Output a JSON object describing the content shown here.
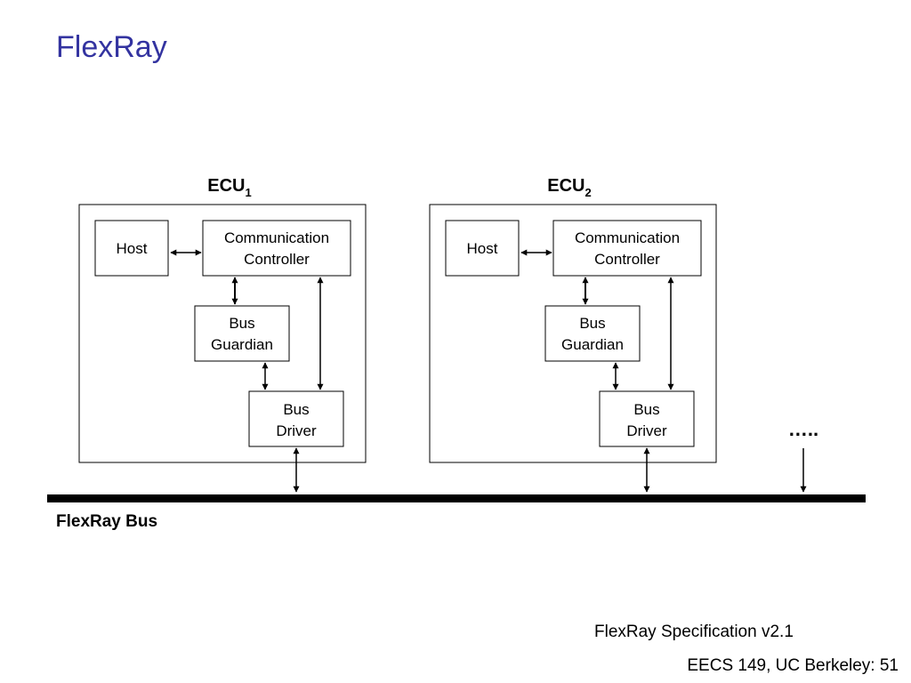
{
  "slide": {
    "title": "FlexRay",
    "source": "FlexRay Specification v2.1",
    "footer": "EECS 149, UC Berkeley: 51"
  },
  "diagram": {
    "ecus": [
      {
        "name": "ECU",
        "subscript": "1",
        "blocks": {
          "host": [
            "Host"
          ],
          "controller": [
            "Communication",
            "Controller"
          ],
          "guardian": [
            "Bus",
            "Guardian"
          ],
          "driver": [
            "Bus",
            "Driver"
          ]
        }
      },
      {
        "name": "ECU",
        "subscript": "2",
        "blocks": {
          "host": [
            "Host"
          ],
          "controller": [
            "Communication",
            "Controller"
          ],
          "guardian": [
            "Bus",
            "Guardian"
          ],
          "driver": [
            "Bus",
            "Driver"
          ]
        }
      }
    ],
    "more_nodes": "…..",
    "bus_label": "FlexRay Bus"
  }
}
